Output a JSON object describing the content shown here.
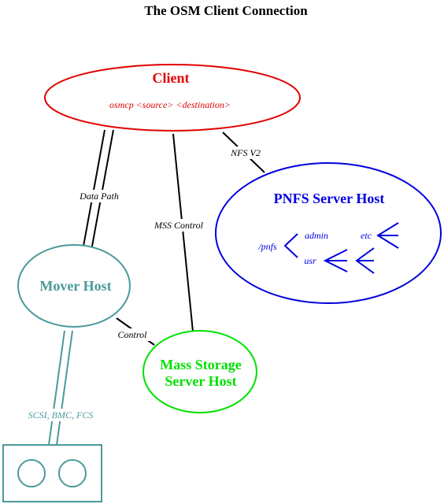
{
  "title": "The OSM Client Connection",
  "client": {
    "label": "Client",
    "command": "osmcp <source> <destination>"
  },
  "pnfs": {
    "label": "PNFS Server Host",
    "tree": {
      "root": "/pnfs",
      "admin": "admin",
      "usr": "usr",
      "etc": "etc"
    }
  },
  "mover": {
    "label": "Mover Host"
  },
  "mass_storage": {
    "line1": "Mass Storage",
    "line2": "Server Host"
  },
  "connections": {
    "data_path": "Data Path",
    "mss_control": "MSS Control",
    "nfs_v2": "NFS V2",
    "control": "Control",
    "scsi": "SCSI, BMC, FCS"
  },
  "colors": {
    "client": "#e00000",
    "pnfs": "#0000e0",
    "mover": "#4a9a9a",
    "mass_storage": "#00e000",
    "lines": "#000000"
  }
}
